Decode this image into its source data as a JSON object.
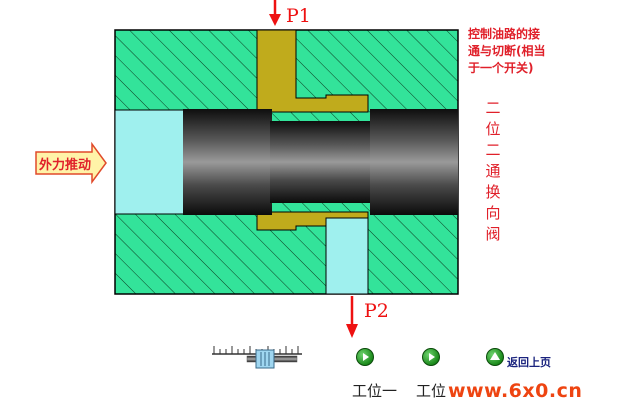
{
  "labels": {
    "p1": "P1",
    "p2": "P2",
    "force": "外力推动",
    "caption_lines": [
      "控制油路的接",
      "通与切断(相当",
      "于一个开关)"
    ],
    "valve_name_chars": [
      "二",
      "位",
      "二",
      "通",
      "换",
      "向",
      "阀"
    ]
  },
  "controls": {
    "position_one": "工位一",
    "position_two": "工位",
    "back": "返回上页"
  },
  "watermark": "www.6x0.cn",
  "colors": {
    "body_green": "#33e39a",
    "oil_yellow": "#c0ab1c",
    "chamber_cyan": "#9ff0ee",
    "arrow_red": "#ee1111",
    "text_red": "#e0202a"
  }
}
